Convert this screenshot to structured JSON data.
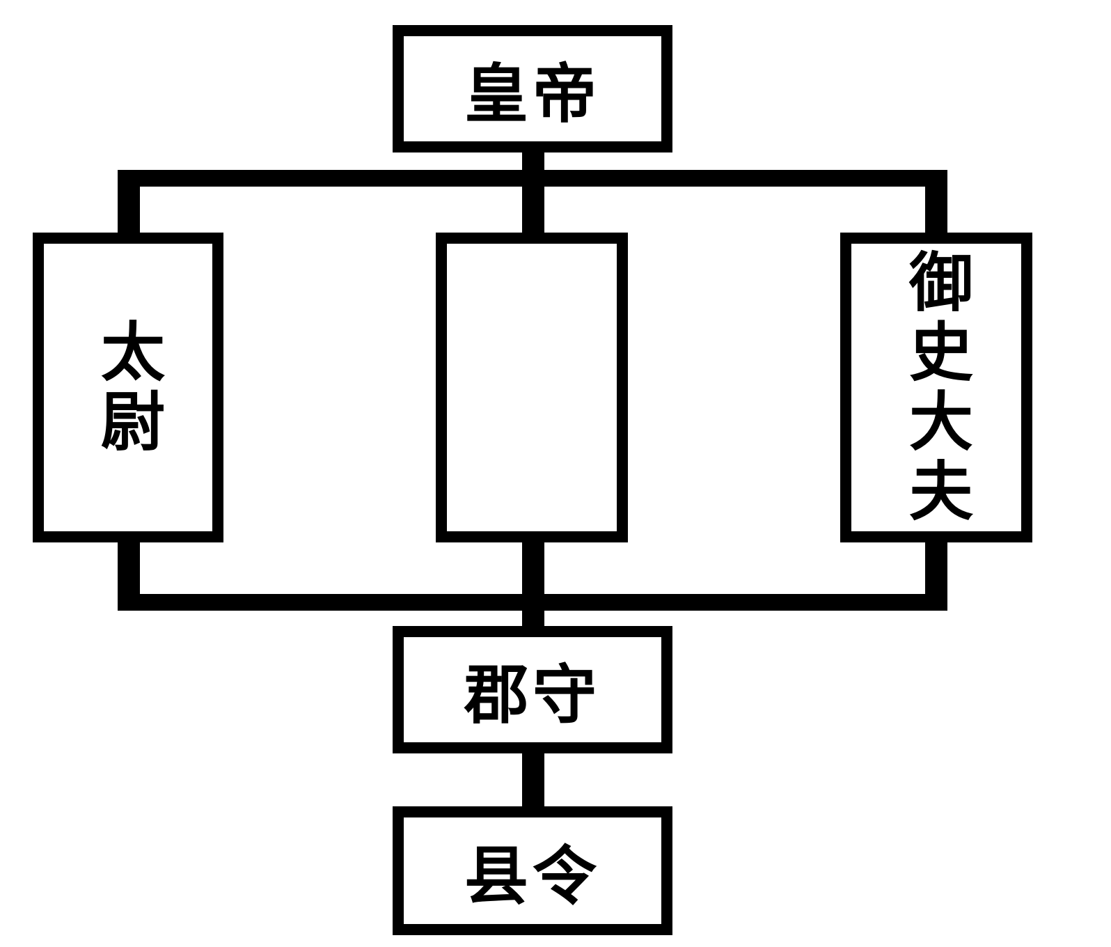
{
  "nodes": {
    "emperor": {
      "label": "皇帝"
    },
    "taiwei": {
      "label": "太尉"
    },
    "center": {
      "label": ""
    },
    "yushi_dafu": {
      "label": "御史大夫"
    },
    "junshou": {
      "label": "郡守"
    },
    "xianling": {
      "label": "县令"
    }
  }
}
